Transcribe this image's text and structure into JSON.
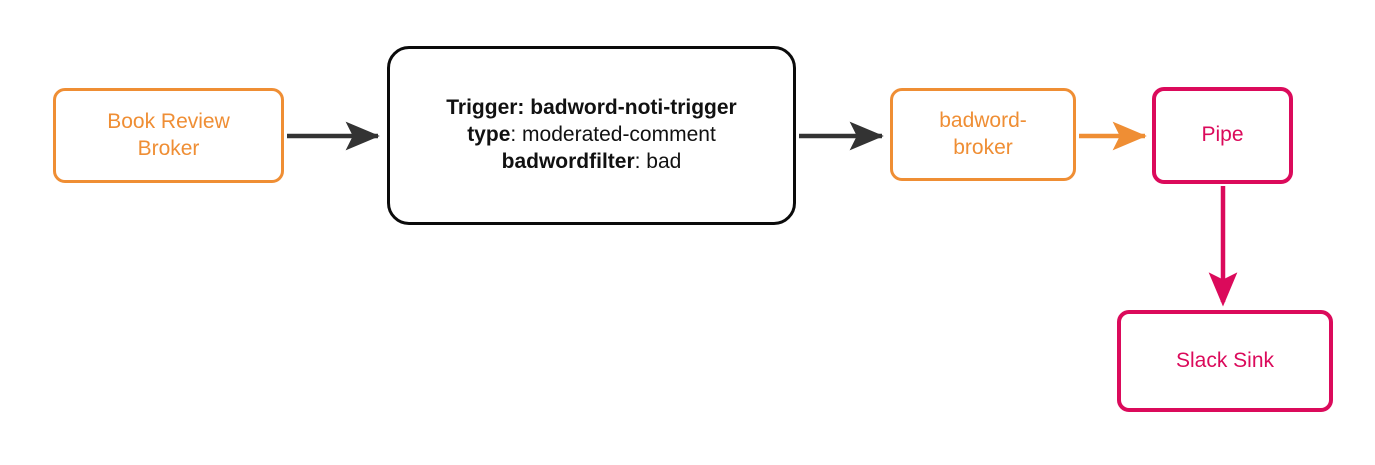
{
  "diagram": {
    "type": "flowchart",
    "direction": "left-to-right",
    "background": "#ffffff",
    "colors": {
      "broker_orange": "#ef8e34",
      "pipe_pink": "#db0a5b",
      "trigger_black": "#0b0b0b",
      "arrow_dark": "#333333"
    },
    "nodes": [
      {
        "id": "book-review-broker",
        "label": "Book Review\nBroker",
        "style": "orange-rounded-box"
      },
      {
        "id": "trigger",
        "style": "black-rounded-box",
        "lines": [
          {
            "bold": "Trigger: badword-noti-trigger",
            "normal": ""
          },
          {
            "bold": "type",
            "normal": ": moderated-comment"
          },
          {
            "bold": "badwordfilter",
            "normal": ": bad"
          }
        ]
      },
      {
        "id": "badword-broker",
        "label": "badword-\nbroker",
        "style": "orange-rounded-box"
      },
      {
        "id": "pipe",
        "label": "Pipe",
        "style": "pink-rounded-box"
      },
      {
        "id": "slack-sink",
        "label": "Slack Sink",
        "style": "pink-rounded-box"
      }
    ],
    "edges": [
      {
        "id": "edge-broker-to-trigger",
        "from": "book-review-broker",
        "to": "trigger",
        "color": "#333333",
        "direction": "right"
      },
      {
        "id": "edge-trigger-to-badword-broker",
        "from": "trigger",
        "to": "badword-broker",
        "color": "#333333",
        "direction": "right"
      },
      {
        "id": "edge-badword-broker-to-pipe",
        "from": "badword-broker",
        "to": "pipe",
        "color": "#ef8e34",
        "direction": "right"
      },
      {
        "id": "edge-pipe-to-slack-sink",
        "from": "pipe",
        "to": "slack-sink",
        "color": "#db0a5b",
        "direction": "down"
      }
    ]
  }
}
